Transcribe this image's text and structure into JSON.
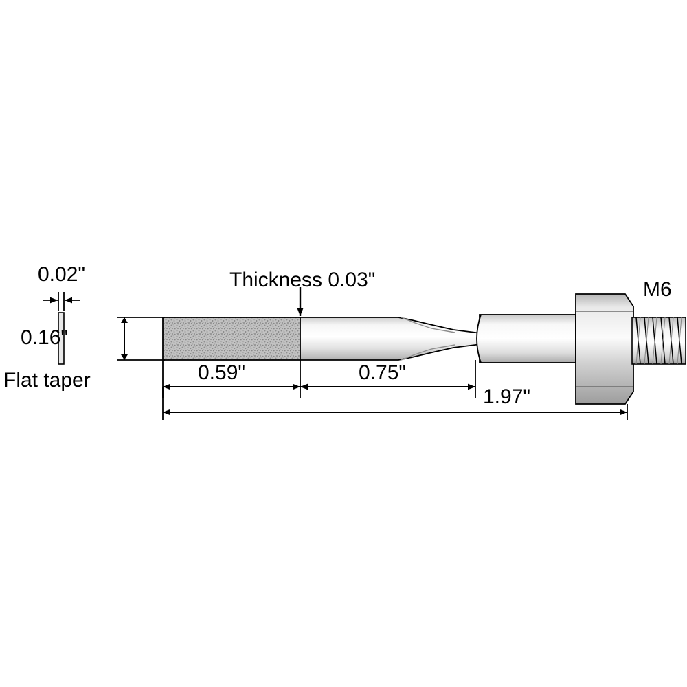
{
  "drawing": {
    "title": "Flat taper diamond file dimensional drawing",
    "background_color": "#ffffff",
    "line_color": "#000000",
    "abrasive_fill": "#b9b9b9",
    "shank_fill_light": "#f2f2f2",
    "shank_fill_mid": "#d8d8d8",
    "shank_fill_dark": "#a8a8a8"
  },
  "labels": {
    "edge_thickness": "0.02\"",
    "flat_taper": "Flat taper",
    "width": "0.16\"",
    "thickness": "Thickness 0.03\"",
    "abrasive_length": "0.59\"",
    "taper_length": "0.75\"",
    "total_length": "1.97\"",
    "thread_spec": "M6"
  }
}
